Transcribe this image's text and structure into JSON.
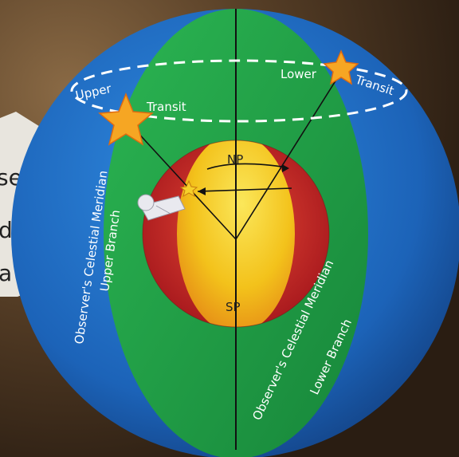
{
  "labels": {
    "upper": "Upper",
    "transit_left": "Transit",
    "lower": "Lower",
    "transit_right": "Transit",
    "north_pole": "NP",
    "south_pole": "SP",
    "meridian_left": "Observer's Celestial Meridian",
    "upper_branch": "Upper Branch",
    "meridian_right": "Observer's Celestial Meridian",
    "lower_branch": "Lower Branch"
  },
  "card_fragments": [
    "se",
    "di",
    "a"
  ],
  "colors": {
    "sphere_blue": "#1f6fc4",
    "meridian_green": "#21a249",
    "earth_red": "#d12a2a",
    "earth_yellow": "#f3d21b",
    "star": "#f6a623",
    "background": "#3a2a1a"
  }
}
